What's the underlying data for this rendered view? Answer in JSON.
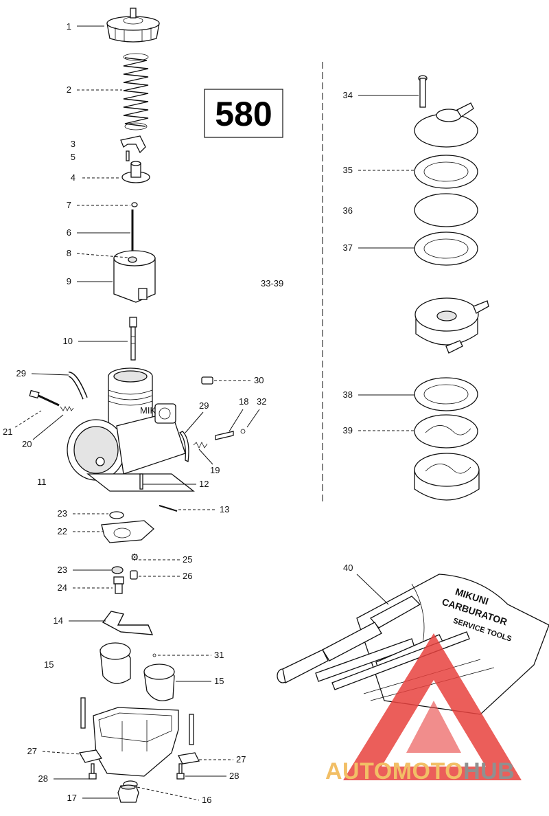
{
  "model_number": "580",
  "group_label": "33-39",
  "kit_label_lines": [
    "MIKUNI",
    "CARBURATOR",
    "SERVICE TOOLS"
  ],
  "watermark": {
    "text_main": "AUTOMOTO",
    "text_tail": "HUB",
    "color_main": "#f0b44c",
    "color_tail": "#7d7d7d",
    "color_triangle": "#e8423e"
  },
  "callouts": [
    {
      "id": "1",
      "text": "1"
    },
    {
      "id": "2",
      "text": "2"
    },
    {
      "id": "3",
      "text": "3"
    },
    {
      "id": "5",
      "text": "5"
    },
    {
      "id": "4",
      "text": "4"
    },
    {
      "id": "7",
      "text": "7"
    },
    {
      "id": "6",
      "text": "6"
    },
    {
      "id": "8",
      "text": "8"
    },
    {
      "id": "9",
      "text": "9"
    },
    {
      "id": "10",
      "text": "10"
    },
    {
      "id": "29a",
      "text": "29"
    },
    {
      "id": "30",
      "text": "30"
    },
    {
      "id": "29b",
      "text": "29"
    },
    {
      "id": "18",
      "text": "18"
    },
    {
      "id": "32",
      "text": "32"
    },
    {
      "id": "21",
      "text": "21"
    },
    {
      "id": "20",
      "text": "20"
    },
    {
      "id": "19",
      "text": "19"
    },
    {
      "id": "11",
      "text": "11"
    },
    {
      "id": "12",
      "text": "12"
    },
    {
      "id": "13",
      "text": "13"
    },
    {
      "id": "23a",
      "text": "23"
    },
    {
      "id": "22",
      "text": "22"
    },
    {
      "id": "25",
      "text": "25"
    },
    {
      "id": "23b",
      "text": "23"
    },
    {
      "id": "26",
      "text": "26"
    },
    {
      "id": "24",
      "text": "24"
    },
    {
      "id": "14",
      "text": "14"
    },
    {
      "id": "31",
      "text": "31"
    },
    {
      "id": "15a",
      "text": "15"
    },
    {
      "id": "15b",
      "text": "15"
    },
    {
      "id": "27a",
      "text": "27"
    },
    {
      "id": "27b",
      "text": "27"
    },
    {
      "id": "28a",
      "text": "28"
    },
    {
      "id": "28b",
      "text": "28"
    },
    {
      "id": "17",
      "text": "17"
    },
    {
      "id": "16",
      "text": "16"
    },
    {
      "id": "34",
      "text": "34"
    },
    {
      "id": "35",
      "text": "35"
    },
    {
      "id": "36",
      "text": "36"
    },
    {
      "id": "37",
      "text": "37"
    },
    {
      "id": "38",
      "text": "38"
    },
    {
      "id": "39",
      "text": "39"
    },
    {
      "id": "40",
      "text": "40"
    }
  ]
}
